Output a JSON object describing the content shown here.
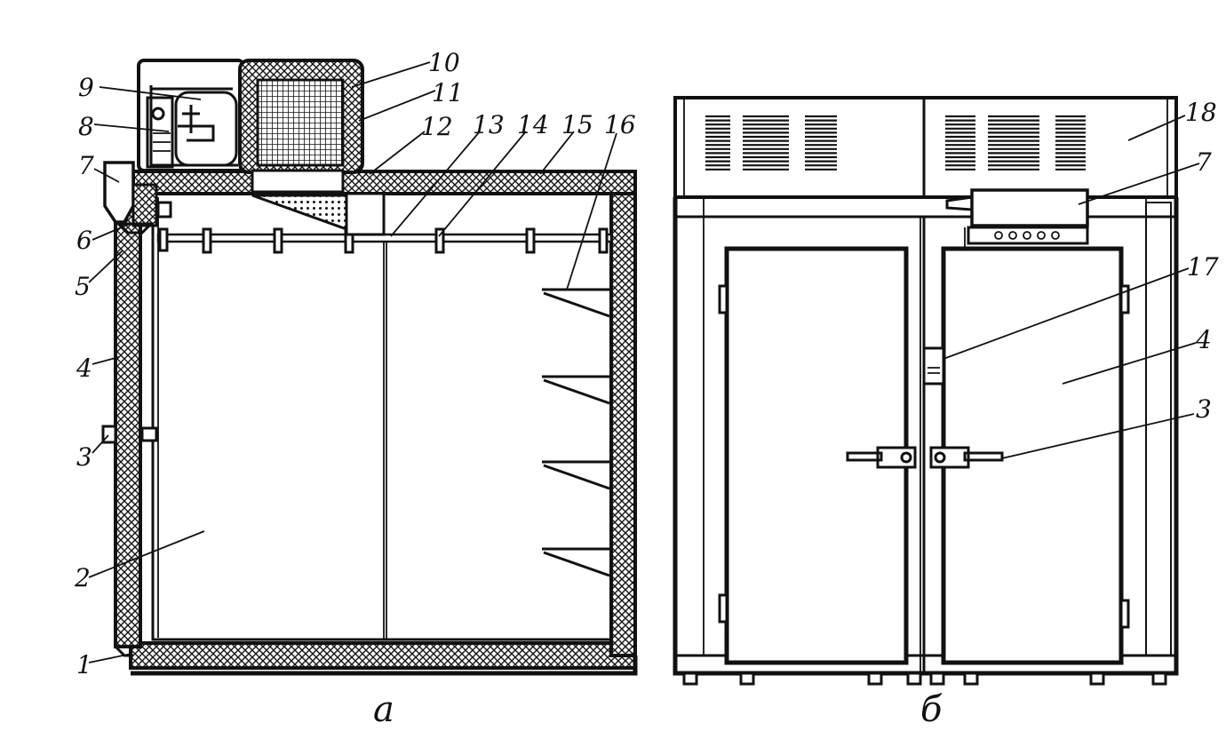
{
  "captions": {
    "left": "а",
    "right": "б"
  },
  "labels_left": [
    "1",
    "2",
    "3",
    "4",
    "5",
    "6",
    "7",
    "8",
    "9",
    "10",
    "11",
    "12",
    "13",
    "14",
    "15",
    "16"
  ],
  "labels_right": [
    "18",
    "7",
    "17",
    "4",
    "3"
  ],
  "colors": {
    "ink": "#111111",
    "paper": "#ffffff"
  }
}
